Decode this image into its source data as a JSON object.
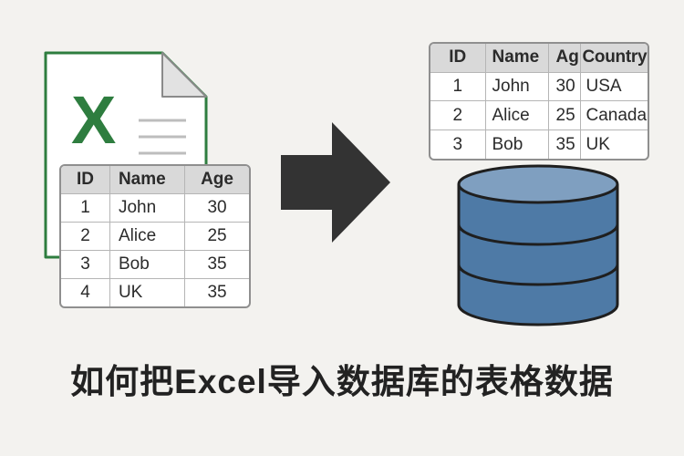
{
  "file_icon": {
    "letter": "X",
    "color": "#2e7d3f"
  },
  "left_table": {
    "headers": [
      "ID",
      "Name",
      "Age"
    ],
    "rows": [
      [
        "1",
        "John",
        "30"
      ],
      [
        "2",
        "Alice",
        "25"
      ],
      [
        "3",
        "Bob",
        "35"
      ],
      [
        "4",
        "UK",
        "35"
      ]
    ]
  },
  "right_table": {
    "headers": [
      "ID",
      "Name",
      "Ag",
      "Country"
    ],
    "rows": [
      [
        "1",
        "John",
        "30",
        "USA"
      ],
      [
        "2",
        "Alice",
        "25",
        "Canada"
      ],
      [
        "3",
        "Bob",
        "35",
        "UK"
      ]
    ]
  },
  "arrow_icon": "right-arrow-icon",
  "database_icon": {
    "name": "database-icon",
    "color": "#4e7aa6"
  },
  "caption": "如何把Excel导入数据库的表格数据"
}
